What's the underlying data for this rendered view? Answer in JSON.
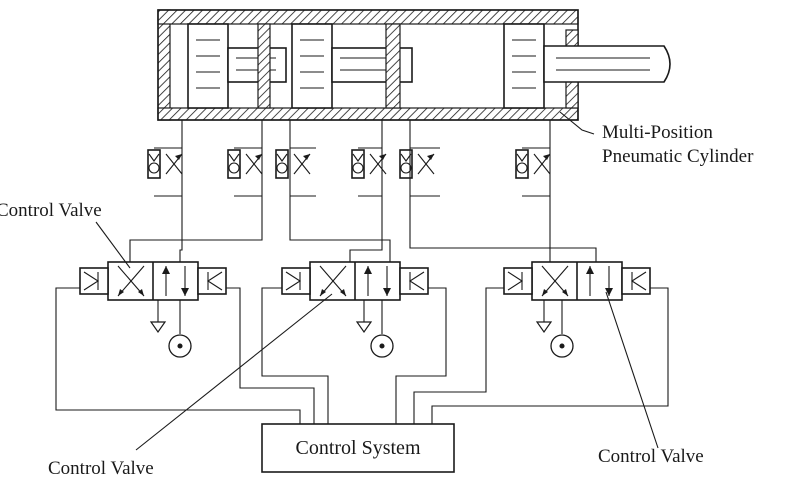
{
  "labels": {
    "cylinder_line1": "Multi-Position",
    "cylinder_line2": "Pneumatic Cylinder",
    "control_valve_left": "Control Valve",
    "control_valve_bottom": "Control Valve",
    "control_valve_right": "Control Valve",
    "control_system": "Control System"
  },
  "colors": {
    "line": "#1a1a1a",
    "background": "#ffffff"
  }
}
